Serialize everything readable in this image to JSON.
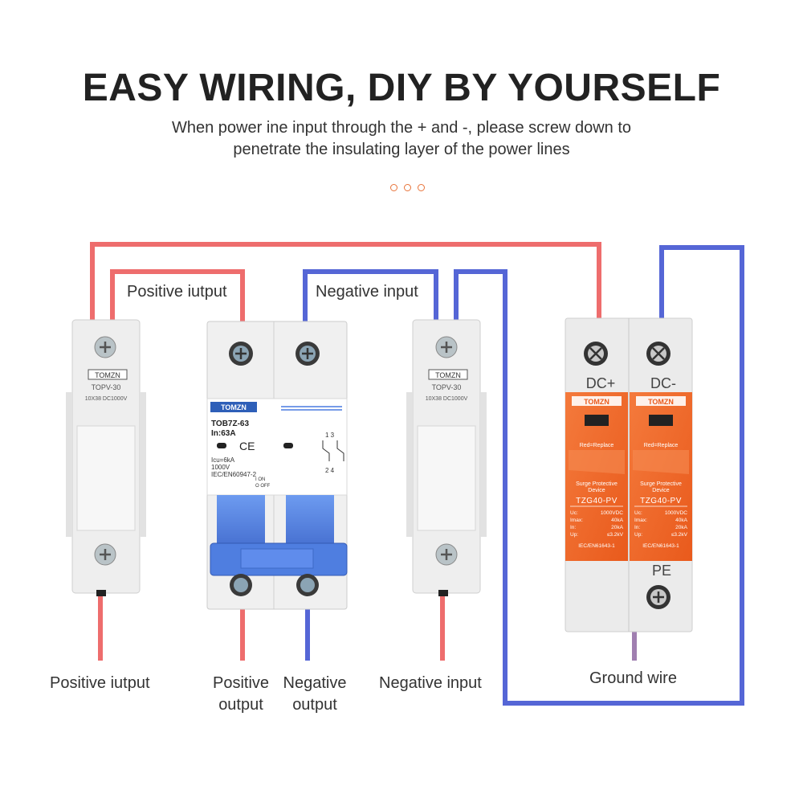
{
  "header": {
    "title": "EASY WIRING, DIY BY YOURSELF",
    "subtitle_line1": "When power ine input through the + and -, please screw down to",
    "subtitle_line2": "penetrate the insulating layer of the power lines"
  },
  "labels": {
    "top_positive": "Positive iutput",
    "top_negative": "Negative input",
    "bottom_positive_left": "Positive iutput",
    "bottom_positive_output_1": "Positive",
    "bottom_positive_output_2": "output",
    "bottom_negative_output_1": "Negative",
    "bottom_negative_output_2": "output",
    "bottom_negative_input": "Negative input",
    "ground_wire": "Ground wire"
  },
  "fuse_holder": {
    "brand": "TOMZN",
    "model": "TOPV-30",
    "rating": "10X38 DC1000V"
  },
  "breaker": {
    "brand": "TOMZN",
    "model": "TOB7Z-63",
    "current": "In:63A",
    "ce": "CE",
    "icu": "Icu=6kA",
    "voltage": "1000V",
    "standard": "IEC/EN60947-2",
    "on": "I ON",
    "off": "O OFF",
    "terminals_top": "1 3",
    "terminals_bottom": "2 4"
  },
  "spd": {
    "brand": "TOMZN",
    "dc_plus": "DC+",
    "dc_minus": "DC-",
    "replace": "Red=Replace",
    "device_line1": "Surge Protective",
    "device_line2": "Device",
    "model": "TZG40-PV",
    "specs": [
      {
        "k": "Uc:",
        "v": "1000VDC"
      },
      {
        "k": "Imax:",
        "v": "40kA"
      },
      {
        "k": "In:",
        "v": "20kA"
      },
      {
        "k": "Up:",
        "v": "≤3.2kV"
      }
    ],
    "standard": "IEC/EN61643-1",
    "pe": "PE"
  },
  "colors": {
    "positive_wire": "#ee6d6d",
    "negative_wire": "#5566d6",
    "device_body": "#ececec",
    "spd_orange": "#f0672a",
    "breaker_blue": "#4a7be0"
  }
}
